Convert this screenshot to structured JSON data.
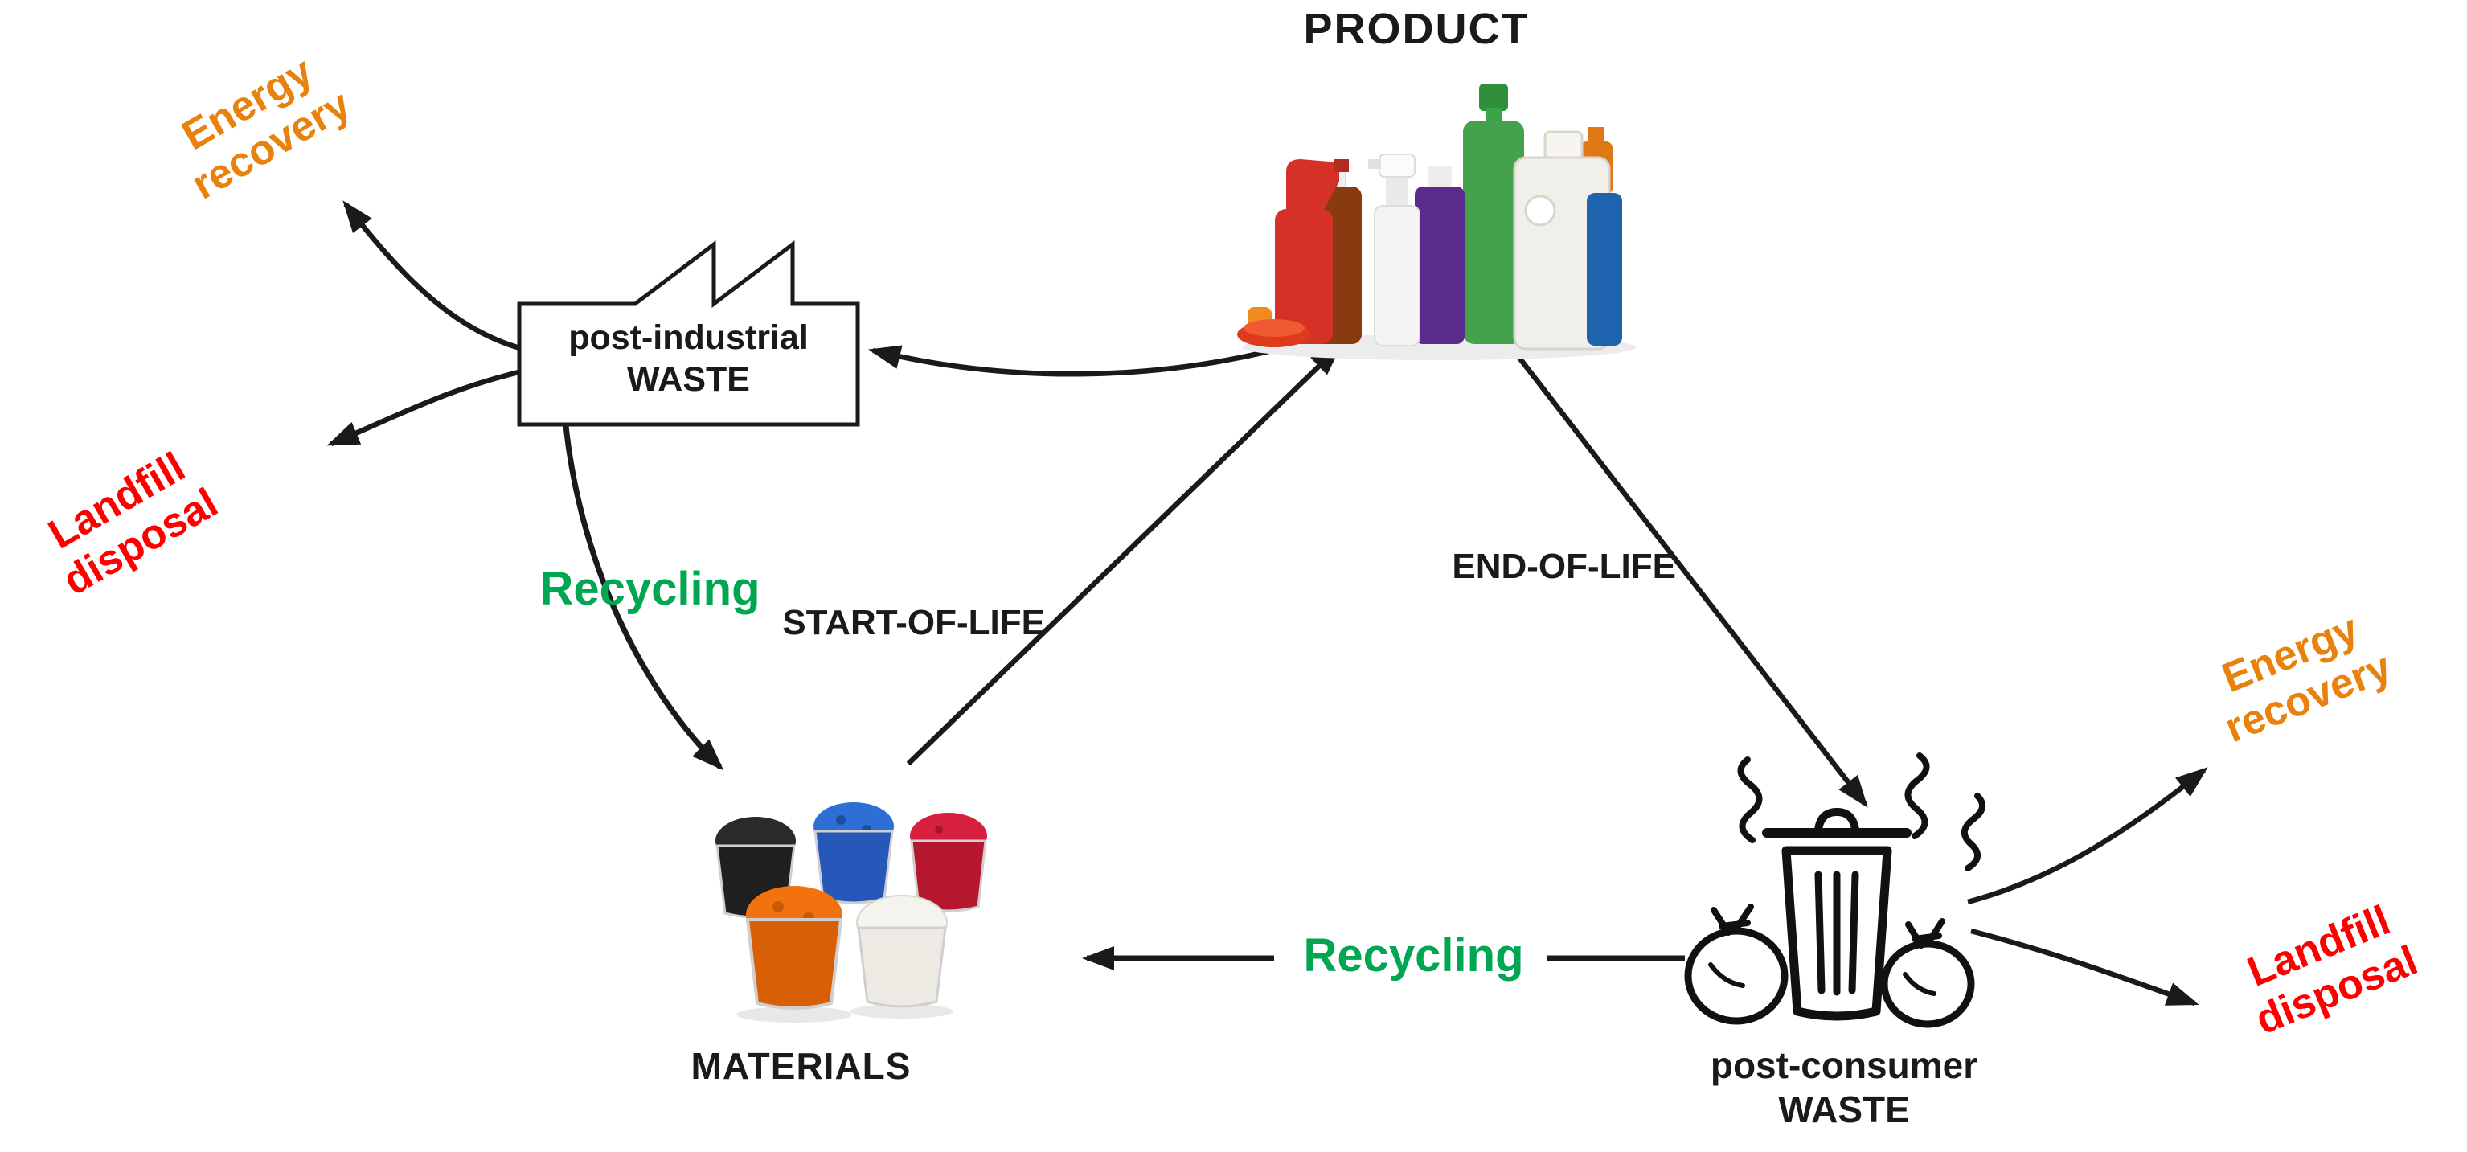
{
  "figure": {
    "nodes": {
      "product": {
        "label": "PRODUCT"
      },
      "post_industrial_waste": {
        "line1": "post-industrial",
        "line2": "WASTE"
      },
      "materials": {
        "label": "MATERIALS"
      },
      "post_consumer_waste": {
        "line1": "post-consumer",
        "line2": "WASTE"
      }
    },
    "flows": {
      "start_of_life": {
        "label": "START-OF-LIFE"
      },
      "end_of_life": {
        "label": "END-OF-LIFE"
      },
      "recycling_industrial": {
        "label": "Recycling"
      },
      "recycling_consumer": {
        "label": "Recycling"
      },
      "energy_recovery_industrial": {
        "label": "Energy recovery"
      },
      "landfill_industrial": {
        "label": "Landfill disposal"
      },
      "energy_recovery_consumer": {
        "label": "Energy recovery"
      },
      "landfill_consumer": {
        "label": "Landfill disposal"
      }
    },
    "colors": {
      "energy_recovery": "#E8820C",
      "landfill_disposal": "#FF0000",
      "recycling": "#00A651",
      "text": "#1A1A1A"
    }
  }
}
